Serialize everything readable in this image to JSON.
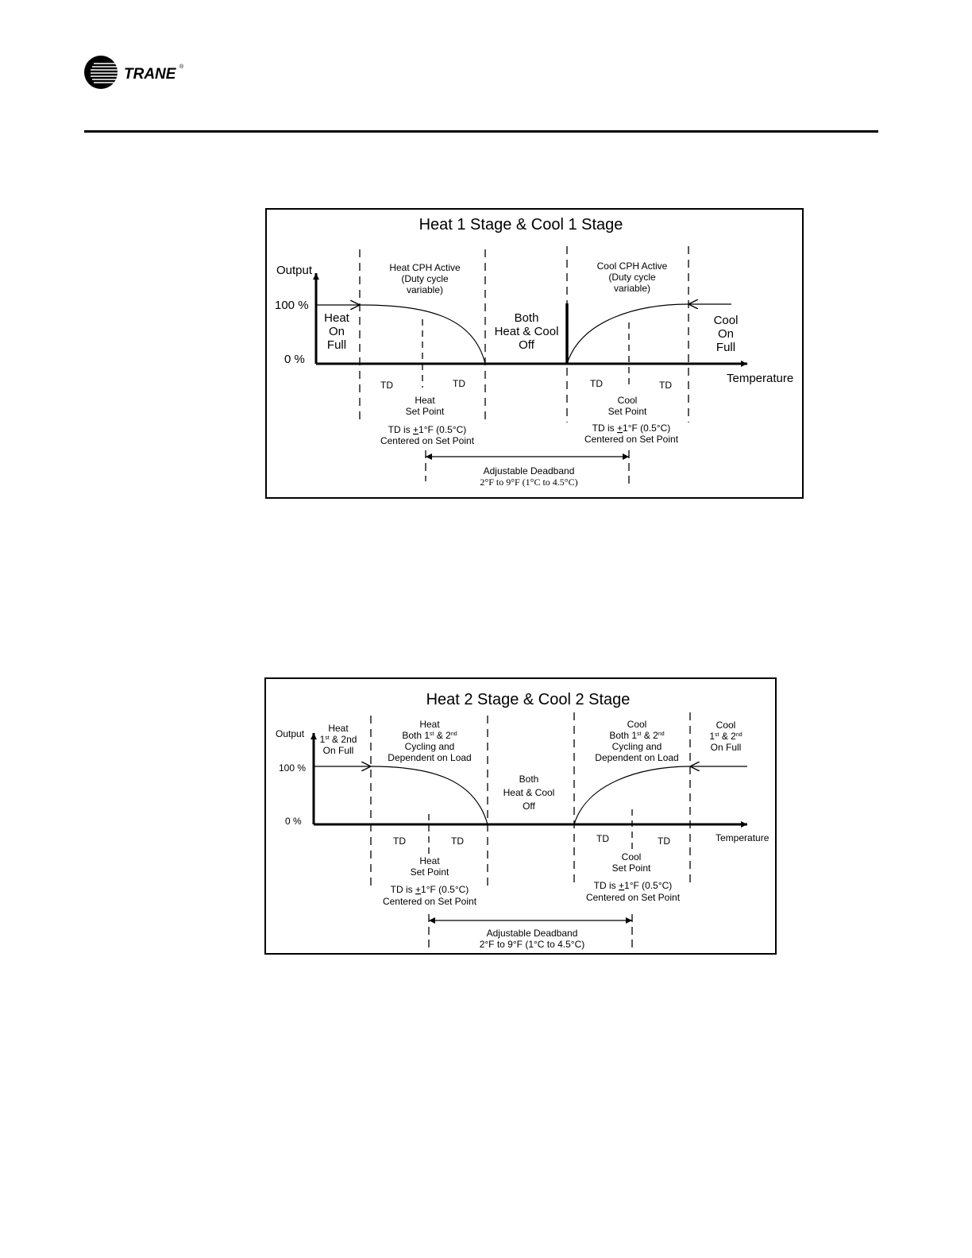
{
  "header": {
    "logo_text": "TRANE",
    "logo_mark": "®"
  },
  "diagram1": {
    "title": "Heat 1 Stage & Cool 1 Stage",
    "y_axis_label": "Output",
    "y_100": "100 %",
    "y_0": "0 %",
    "x_axis_label": "Temperature",
    "heat_full": [
      "Heat",
      "On",
      "Full"
    ],
    "heat_active": [
      "Heat CPH Active",
      "(Duty cycle",
      "variable)"
    ],
    "both_off": [
      "Both",
      "Heat & Cool",
      "Off"
    ],
    "cool_active": [
      "Cool CPH Active",
      "(Duty cycle",
      "variable)"
    ],
    "cool_full": [
      "Cool",
      "On",
      "Full"
    ],
    "td": "TD",
    "heat_sp": [
      "Heat",
      "Set Point"
    ],
    "cool_sp": [
      "Cool",
      "Set Point"
    ],
    "td_note_a": "TD is ",
    "td_note_pm": "+",
    "td_note_b": "1°F (0.5°C)",
    "td_note_line2": "Centered on Set Point",
    "deadband": [
      "Adjustable Deadband",
      "2°F to 9°F (1°C to 4.5°C)"
    ]
  },
  "diagram2": {
    "title": "Heat 2 Stage & Cool 2 Stage",
    "y_axis_label": "Output",
    "y_100": "100 %",
    "y_0": "0 %",
    "x_axis_label": "Temperature",
    "heat_full": {
      "l1": "Heat",
      "l2a": "1",
      "l2sup": "st",
      "l2b": " & 2nd",
      "l3": "On Full"
    },
    "heat_active": {
      "l1": "Heat",
      "l2a": "Both 1",
      "l2sup1": "st",
      "l2b": " & 2",
      "l2sup2": "nd",
      "l3": "Cycling and",
      "l4": "Dependent on Load"
    },
    "both_off": [
      "Both",
      "Heat & Cool",
      "Off"
    ],
    "cool_active": {
      "l1": "Cool",
      "l2a": "Both 1",
      "l2sup1": "st",
      "l2b": " & 2",
      "l2sup2": "nd",
      "l3": "Cycling and",
      "l4": "Dependent on Load"
    },
    "cool_full": {
      "l1": "Cool",
      "l2a": "1",
      "l2sup1": "st",
      "l2b": " & 2",
      "l2sup2": "nd",
      "l3": "On Full"
    },
    "td": "TD",
    "heat_sp": [
      "Heat",
      "Set Point"
    ],
    "cool_sp": [
      "Cool",
      "Set Point"
    ],
    "td_note_a": "TD is ",
    "td_note_pm": "+",
    "td_note_b": "1°F (0.5°C)",
    "td_note_line2": "Centered on Set Point",
    "deadband": [
      "Adjustable Deadband",
      "2°F to 9°F (1°C to 4.5°C)"
    ]
  }
}
